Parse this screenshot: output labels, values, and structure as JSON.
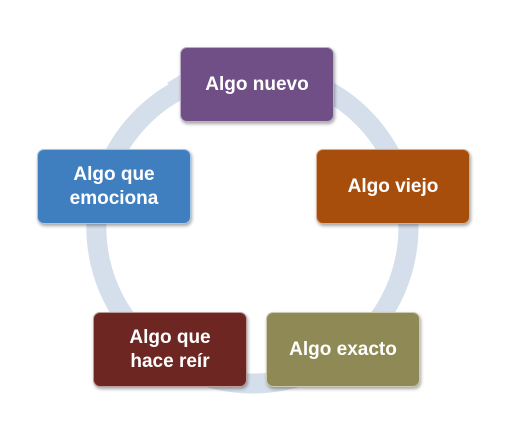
{
  "diagram": {
    "type": "cycle",
    "ring_color": "#d5dfec",
    "nodes": [
      {
        "label": "Algo nuevo",
        "color": "#6f4f86"
      },
      {
        "label": "Algo viejo",
        "color": "#a84e0c"
      },
      {
        "label": "Algo exacto",
        "color": "#8f8a55"
      },
      {
        "label": "Algo que\nhace reír",
        "color": "#6d2621"
      },
      {
        "label": "Algo que\nemociona",
        "color": "#3f7fbf"
      }
    ]
  }
}
